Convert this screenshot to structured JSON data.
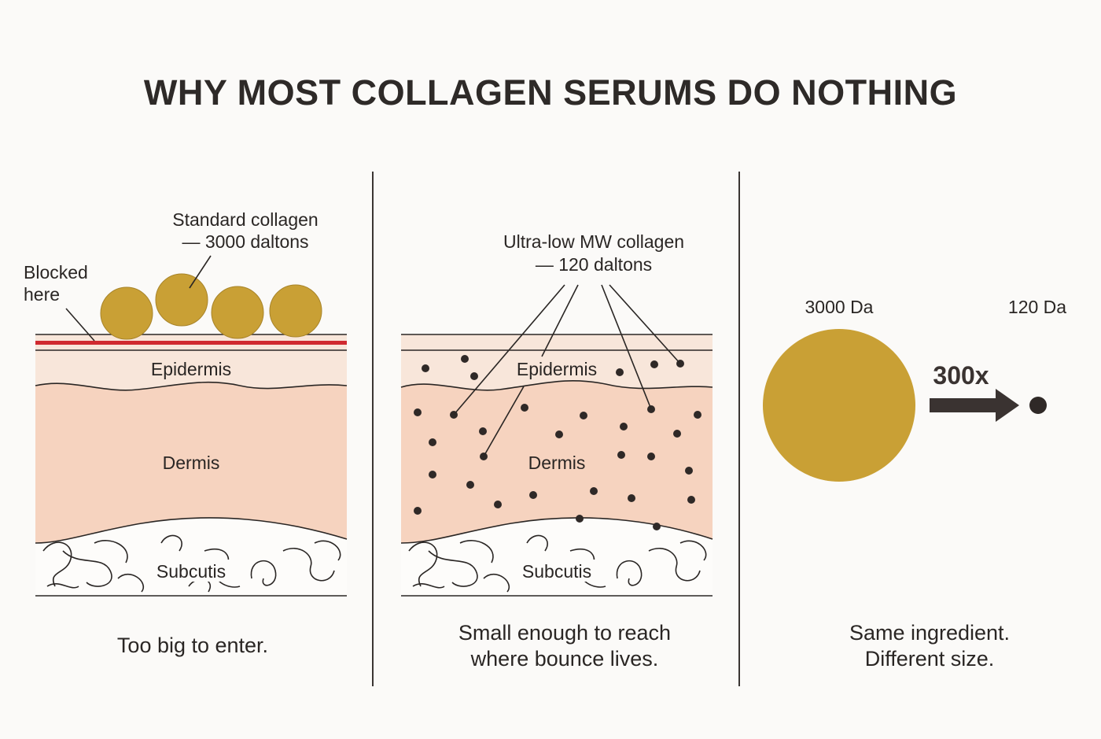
{
  "title": "WHY MOST COLLAGEN SERUMS DO NOTHING",
  "colors": {
    "collagen": "#c9a035",
    "collagen_edge": "#a8842a",
    "blocked_line": "#d0292f",
    "epidermis": "#f8e6da",
    "dermis": "#f6d3bf",
    "molecule": "#2f2927",
    "divider": "#3a3533"
  },
  "panels": [
    {
      "id": "standard",
      "annotation_lines": [
        "Standard collagen",
        "— 3000 daltons"
      ],
      "blocked_lines": [
        "Blocked",
        "here"
      ],
      "layers": {
        "epidermis": "Epidermis",
        "dermis": "Dermis",
        "subcutis": "Subcutis"
      },
      "caption_lines": [
        "Too big to enter."
      ]
    },
    {
      "id": "ultra-low",
      "annotation_lines": [
        "Ultra-low MW collagen",
        "— 120 daltons"
      ],
      "layers": {
        "epidermis": "Epidermis",
        "dermis": "Dermis",
        "subcutis": "Subcutis"
      },
      "caption_lines": [
        "Small enough to reach",
        "where bounce lives."
      ]
    },
    {
      "id": "comparison",
      "large_label": "3000 Da",
      "small_label": "120 Da",
      "multiplier": "300x",
      "caption_lines": [
        "Same ingredient.",
        "Different size."
      ]
    }
  ]
}
